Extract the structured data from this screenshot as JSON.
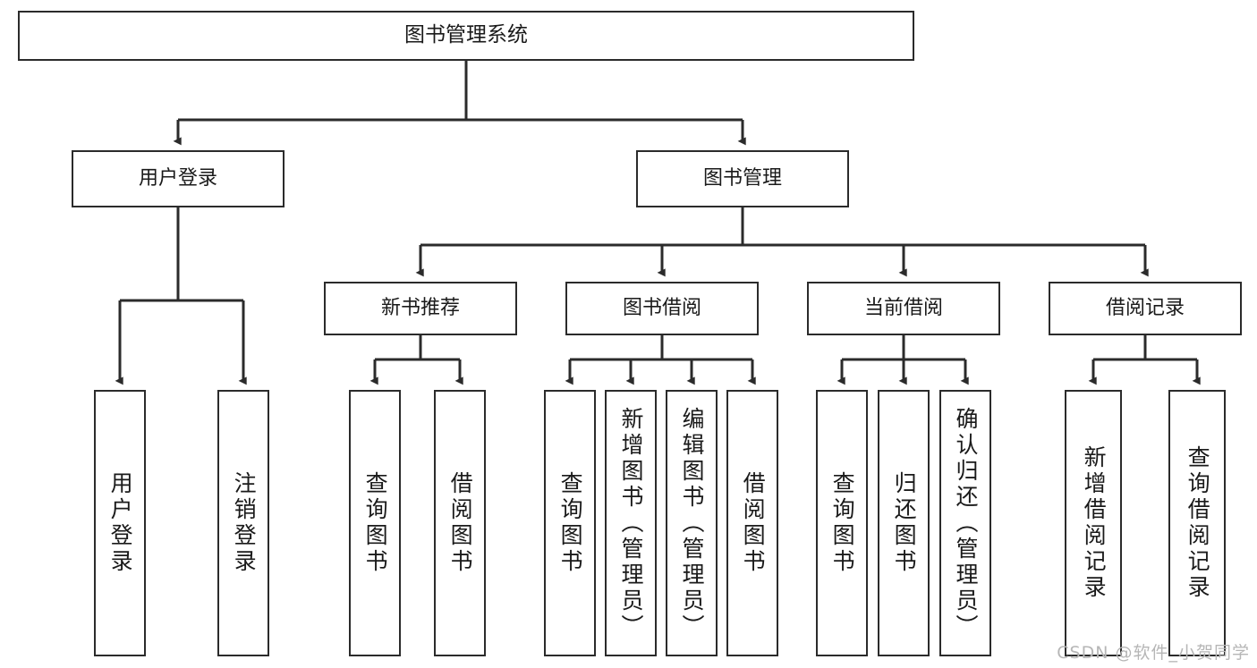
{
  "diagram": {
    "title": "图书管理系统",
    "watermark": "CSDN @软件_小贺同学",
    "line_color": "#2b2b2b",
    "box_fill": "#ffffff",
    "text_color": "#1a1a1a",
    "nodes": {
      "root": {
        "label": "图书管理系统"
      },
      "l2": [
        {
          "label": "用户登录"
        },
        {
          "label": "图书管理"
        }
      ],
      "l3": [
        {
          "label": "新书推荐"
        },
        {
          "label": "图书借阅"
        },
        {
          "label": "当前借阅"
        },
        {
          "label": "借阅记录"
        }
      ],
      "leaves": {
        "user_login": [
          {
            "label": "用户登录"
          },
          {
            "label": "注销登录"
          }
        ],
        "new_book": [
          {
            "label": "查询图书"
          },
          {
            "label": "借阅图书"
          }
        ],
        "book_borrow": [
          {
            "label": "查询图书"
          },
          {
            "label": "新增图书（管理员）"
          },
          {
            "label": "编辑图书（管理员）"
          },
          {
            "label": "借阅图书"
          }
        ],
        "current_borrow": [
          {
            "label": "查询图书"
          },
          {
            "label": "归还图书"
          },
          {
            "label": "确认归还（管理员）"
          }
        ],
        "borrow_record": [
          {
            "label": "新增借阅记录"
          },
          {
            "label": "查询借阅记录"
          }
        ]
      }
    }
  }
}
